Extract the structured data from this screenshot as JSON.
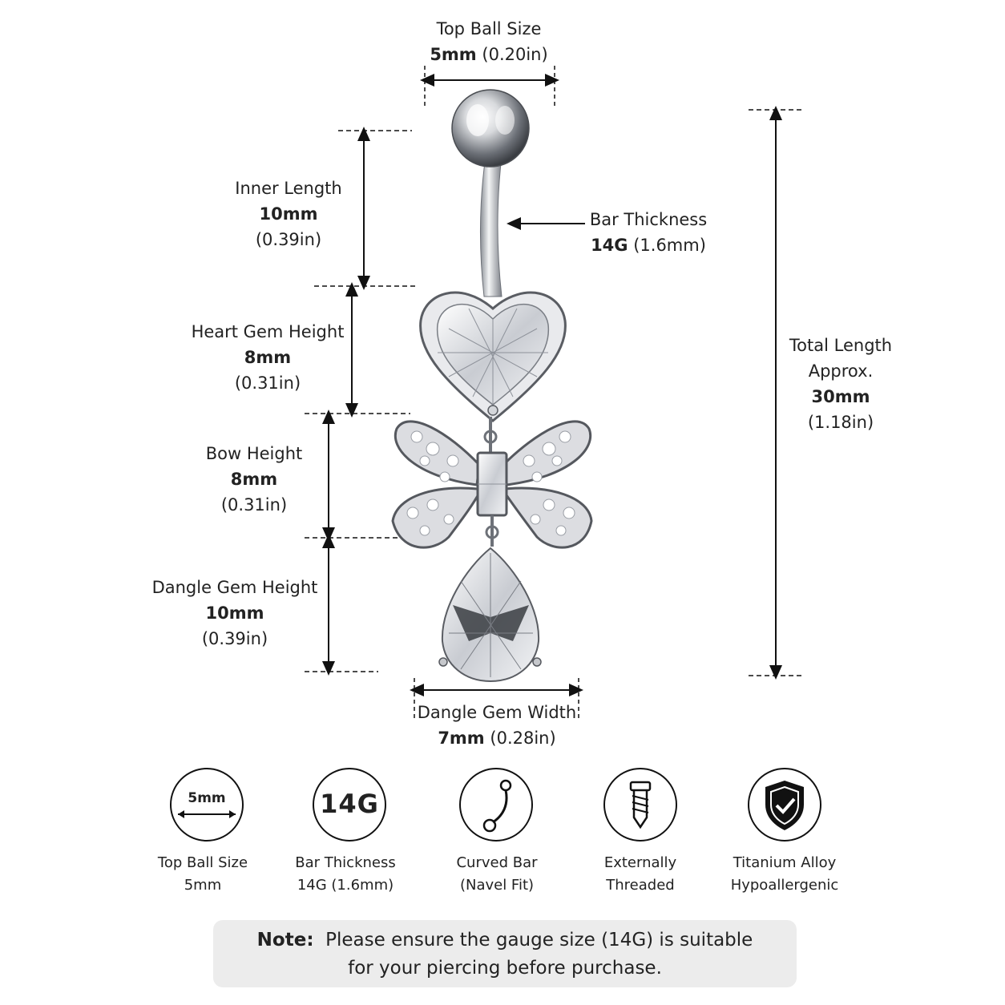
{
  "dimensions": {
    "top_ball": {
      "title": "Top Ball Size",
      "value": "5mm",
      "inches": "(0.20in)"
    },
    "inner_length": {
      "title": "Inner Length",
      "value": "10mm",
      "inches": "(0.39in)"
    },
    "bar_thickness": {
      "title": "Bar Thickness",
      "value": "14G",
      "detail": "(1.6mm)"
    },
    "heart_gem": {
      "title": "Heart Gem Height",
      "value": "8mm",
      "inches": "(0.31in)"
    },
    "bow": {
      "title": "Bow Height",
      "value": "8mm",
      "inches": "(0.31in)"
    },
    "dangle_height": {
      "title": "Dangle Gem Height",
      "value": "10mm",
      "inches": "(0.39in)"
    },
    "dangle_width": {
      "title": "Dangle Gem Width",
      "value": "7mm",
      "inches": "(0.28in)"
    },
    "total_length": {
      "title_line1": "Total Length",
      "title_line2": "Approx.",
      "value": "30mm",
      "inches": "(1.18in)"
    }
  },
  "features": [
    {
      "icon": "ball-size-icon",
      "icon_text": "5mm",
      "line1": "Top Ball Size",
      "line2": "5mm"
    },
    {
      "icon": "gauge-icon",
      "icon_text": "14G",
      "line1": "Bar Thickness",
      "line2": "14G (1.6mm)"
    },
    {
      "icon": "curved-bar-icon",
      "line1": "Curved Bar",
      "line2": "(Navel Fit)"
    },
    {
      "icon": "screw-icon",
      "line1": "Externally",
      "line2": "Threaded"
    },
    {
      "icon": "shield-check-icon",
      "line1": "Titanium Alloy",
      "line2": "Hypoallergenic"
    }
  ],
  "note": {
    "label": "Note:",
    "line1": "Please ensure the gauge size (14G) is suitable",
    "line2": "for your piercing before purchase."
  },
  "colors": {
    "text": "#222222",
    "note_bg": "#ececec",
    "metal": "#b9bcc2"
  }
}
